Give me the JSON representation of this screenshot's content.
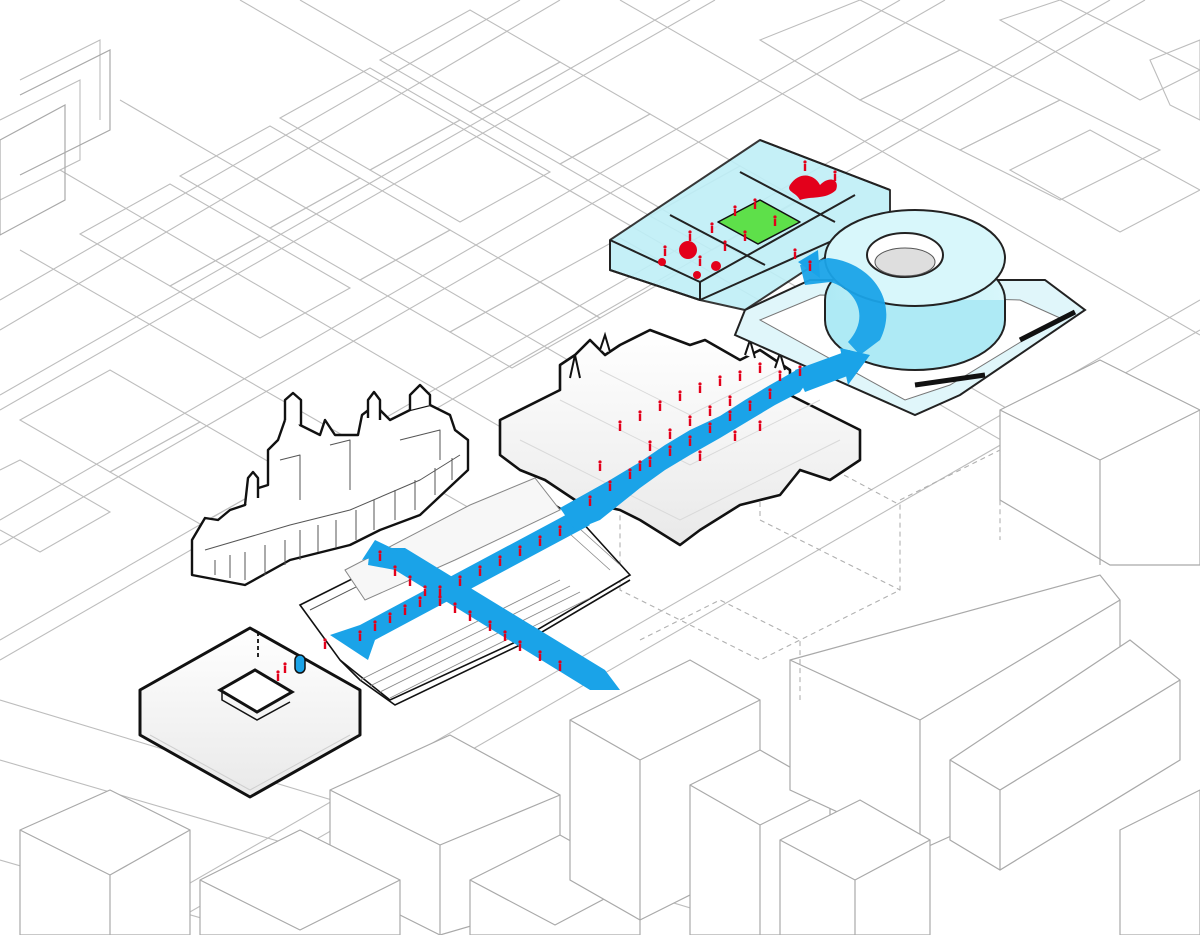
{
  "diagram": {
    "kind": "isometric-site-diagram",
    "colors": {
      "background": "#ffffff",
      "context_lines": "#b9b9b9",
      "building_outline": "#111111",
      "circulation_blue": "#1aa3e8",
      "glass_cyan": "#bfeff7",
      "glass_edge": "#222222",
      "people_red": "#e3001b",
      "lawn_green": "#5ee04a"
    },
    "elements": [
      {
        "id": "context-city-blocks",
        "icon": "context-blocks"
      },
      {
        "id": "castle-building",
        "icon": "castle"
      },
      {
        "id": "courtyard-building",
        "icon": "courtyard-block"
      },
      {
        "id": "arts-industries-building",
        "icon": "faded-building"
      },
      {
        "id": "garden-pavilion",
        "icon": "curved-roof"
      },
      {
        "id": "ring-museum",
        "icon": "ring-building"
      },
      {
        "id": "glass-plaza-boxes",
        "icon": "glass-boxes"
      },
      {
        "id": "circulation-arrows",
        "icon": "blue-arrows"
      },
      {
        "id": "visitor-figures",
        "icon": "people"
      }
    ]
  }
}
